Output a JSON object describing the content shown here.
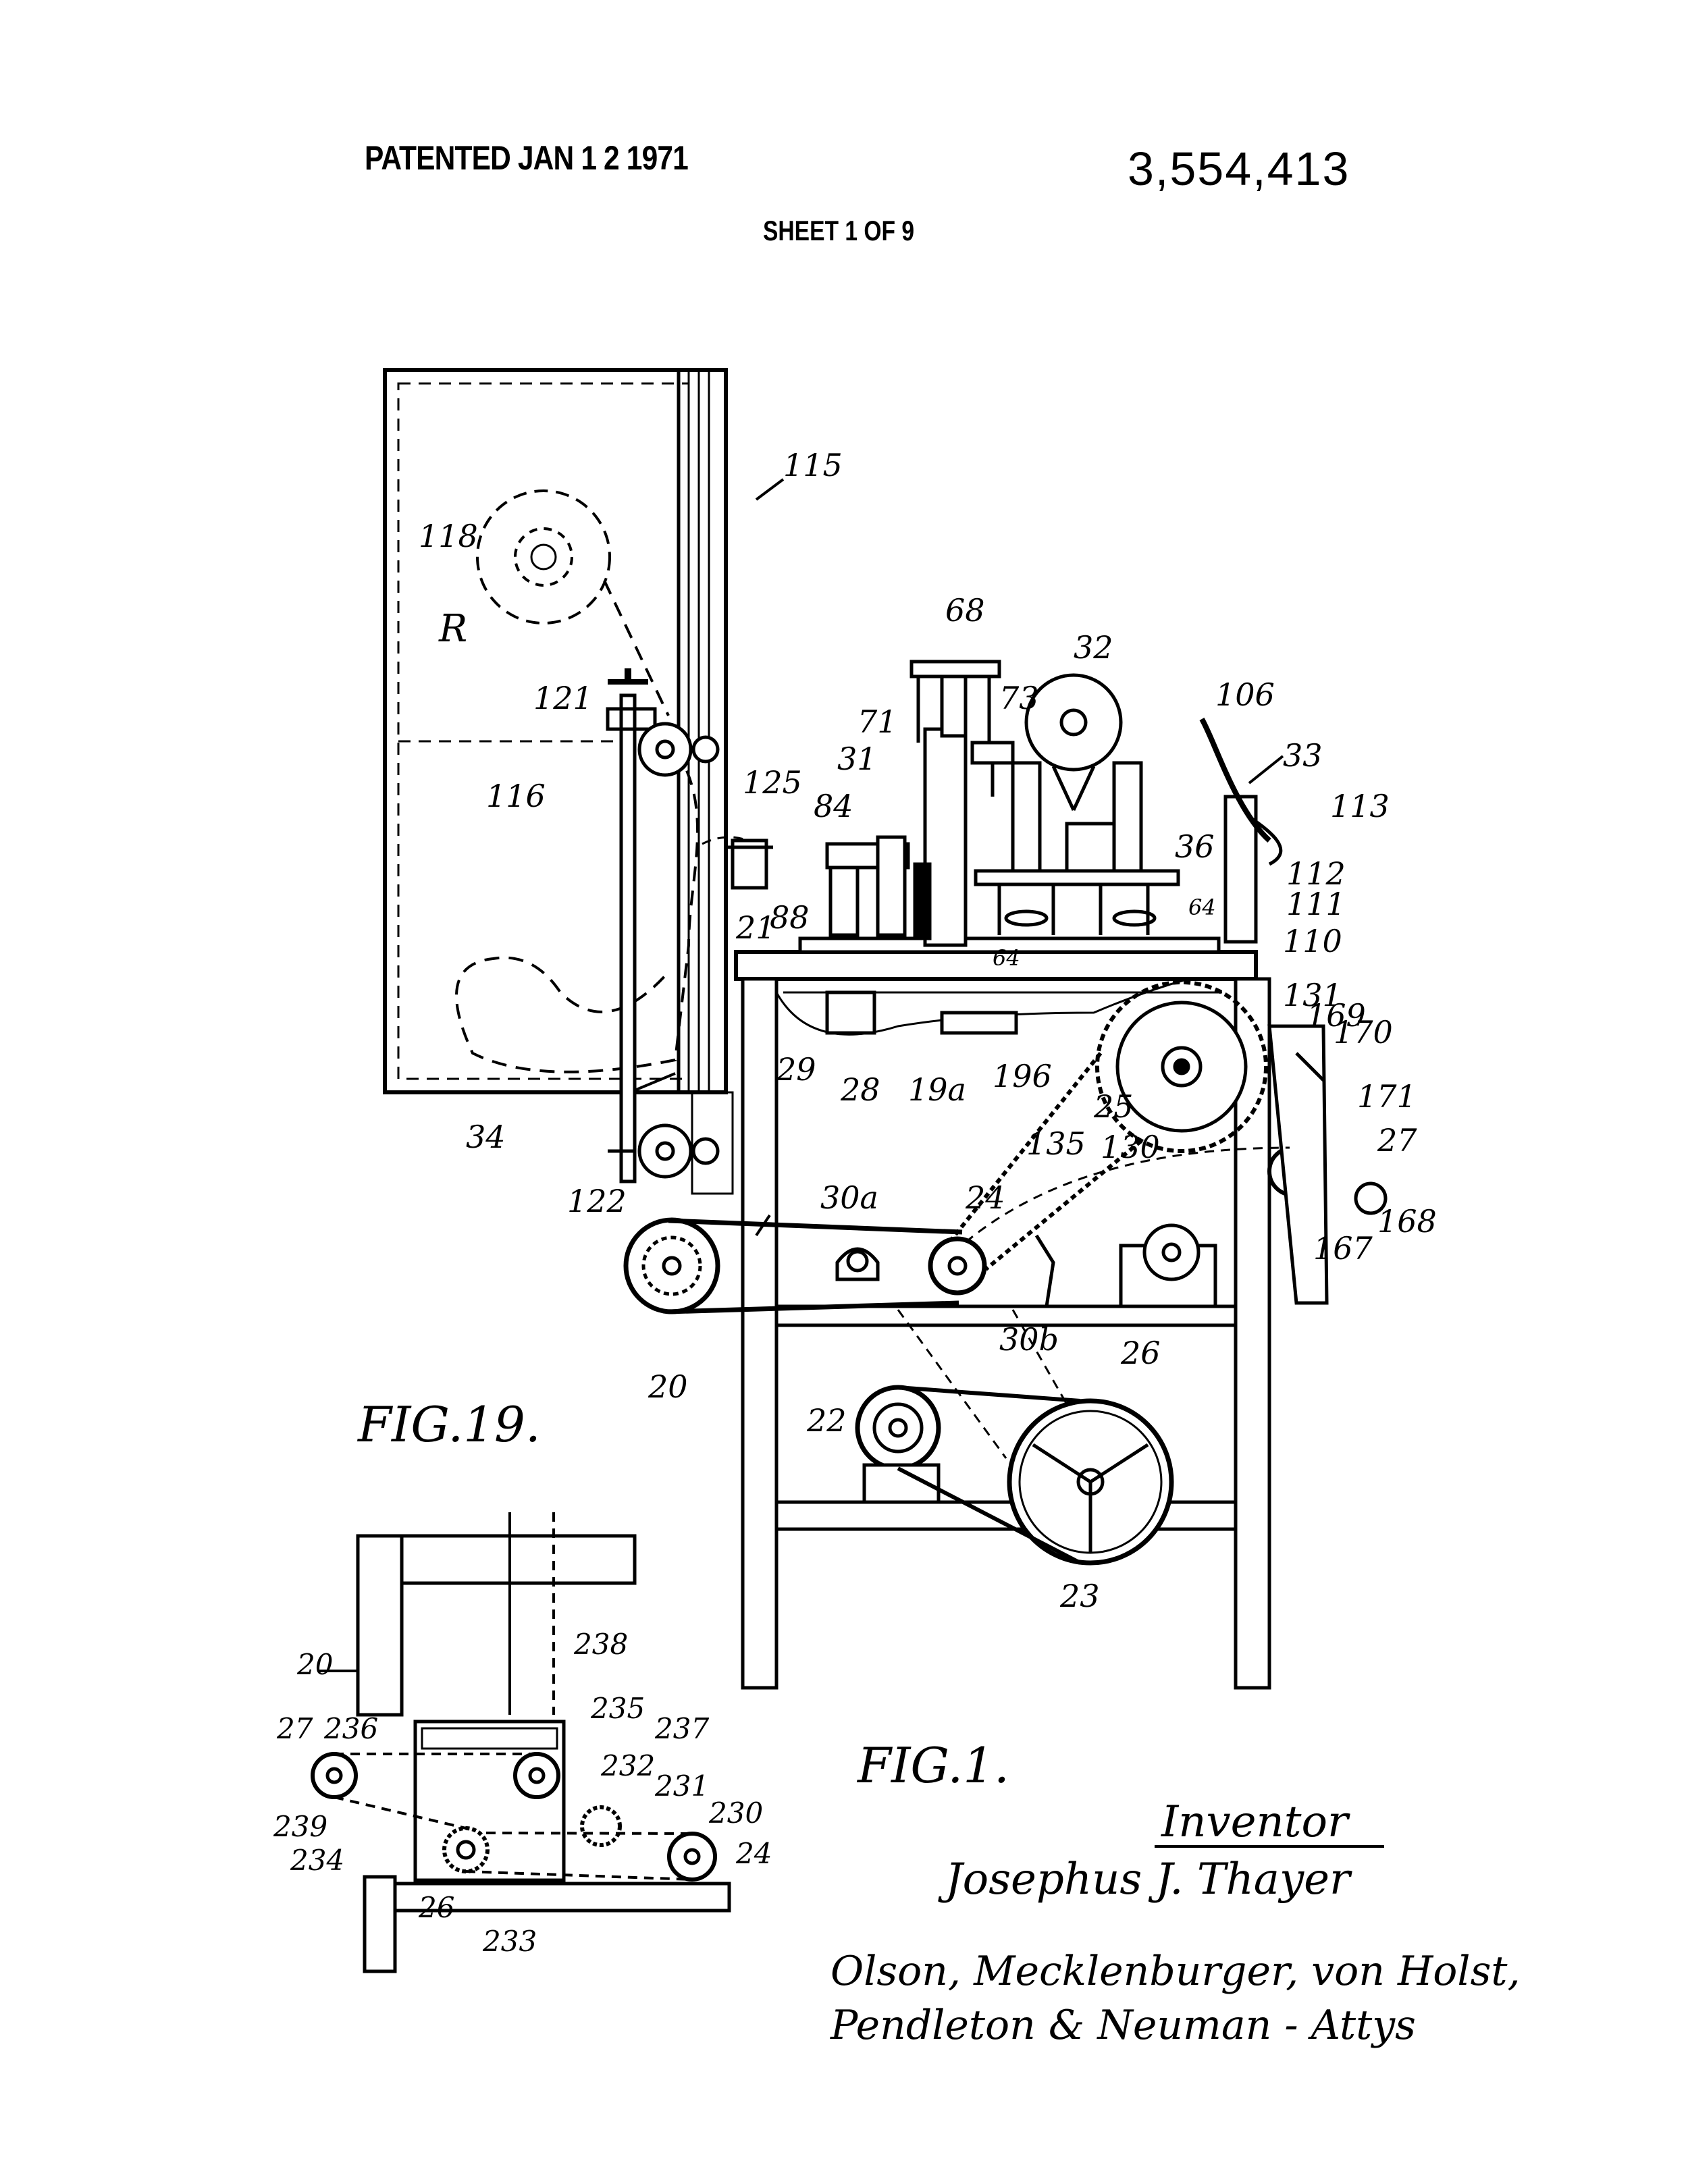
{
  "header": {
    "patented": "PATENTED JAN 1 2 1971",
    "patent_number": "3,554,413",
    "sheet": "SHEET 1 OF 9"
  },
  "figures": {
    "fig1": "FIG.1.",
    "fig19": "FIG.19."
  },
  "reference_numerals": {
    "main": [
      "115",
      "118",
      "R",
      "121",
      "116",
      "125",
      "84",
      "88",
      "21",
      "68",
      "71",
      "31",
      "73",
      "32",
      "106",
      "33",
      "113",
      "36",
      "112",
      "64",
      "111",
      "110",
      "64",
      "131",
      "169",
      "170",
      "171",
      "29",
      "28",
      "19a",
      "196",
      "25",
      "130",
      "135",
      "27",
      "168",
      "34",
      "122",
      "30a",
      "24",
      "30b",
      "26",
      "167",
      "20",
      "22",
      "23"
    ],
    "fig19": [
      "20",
      "238",
      "27",
      "236",
      "235",
      "237",
      "232",
      "231",
      "230",
      "24",
      "239",
      "234",
      "26",
      "233"
    ]
  },
  "signature": {
    "inventor_label": "Inventor",
    "inventor_name": "Josephus J. Thayer",
    "attorneys_line1": "Olson, Mecklenburger, von Holst,",
    "attorneys_line2": "Pendleton & Neuman - Attys"
  }
}
